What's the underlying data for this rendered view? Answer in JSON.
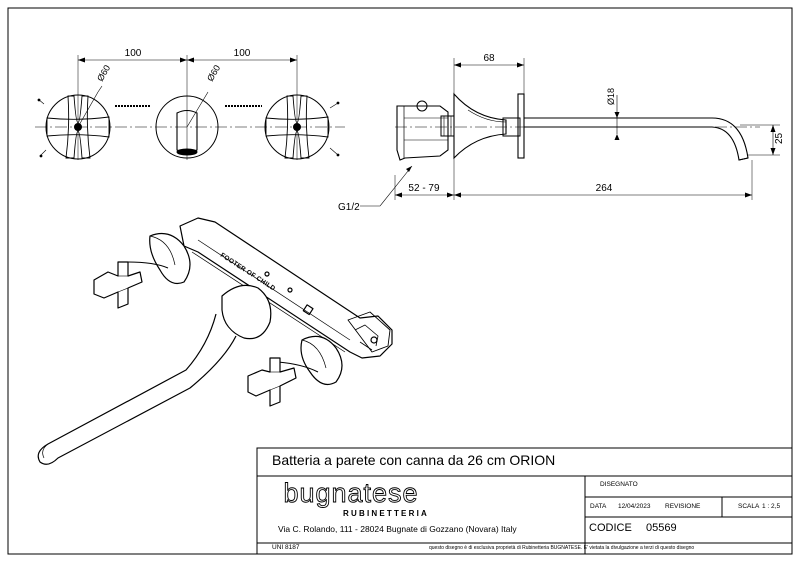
{
  "dimensions": {
    "spacing_left": "100",
    "spacing_right": "100",
    "dia_left": "Ø60",
    "dia_middle": "Ø60",
    "depth": "68",
    "spout_dia": "Ø18",
    "spout_drop": "25",
    "adjust_range": "52 - 79",
    "spout_length": "264",
    "thread": "G1/2"
  },
  "body_label": "FOOTER OF CHILD",
  "title_block": {
    "title": "Batteria a parete con canna da 26 cm ORION",
    "logo_main": "bugnatese",
    "logo_sub": "RUBINETTERIA",
    "address": "Via C. Rolando, 111 - 28024 Bugnate di Gozzano (Novara) Italy",
    "standard": "UNI 8187",
    "disclaimer": "questo disegno è di esclusiva proprietà di Rubinetteria BUGNATESE. E' vietata la divulgazione a terzi di questo disegno",
    "disegnato_label": "DISEGNATO",
    "data_label": "DATA",
    "data_value": "12/04/2023",
    "revisione_label": "REVISIONE",
    "scala_label": "SCALA",
    "scala_value": "1 : 2,5",
    "codice_label": "CODICE",
    "codice_value": "05569"
  },
  "colors": {
    "line": "#000000",
    "background": "#ffffff",
    "logo_fill": "#ffffff"
  }
}
